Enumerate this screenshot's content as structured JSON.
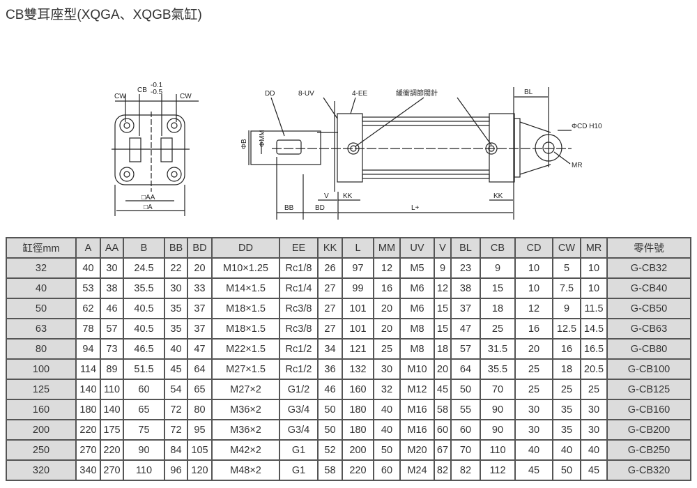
{
  "title": "CB雙耳座型(XQGA、XQGB氣缸)",
  "diagram": {
    "cw": "CW",
    "cb": "CB",
    "tol_upper": "-0.1",
    "tol_lower": "-0.5",
    "aa": "□AA",
    "a": "□A",
    "dd": "DD",
    "uv": "8-UV",
    "ee": "4-EE",
    "cushion": "緩衝調節閥針",
    "bl": "BL",
    "cd": "ΦCD H10",
    "mr": "MR",
    "b": "ΦB",
    "mm": "ΦMM",
    "bb": "BB",
    "bd": "BD",
    "v": "V",
    "kk": "KK",
    "l": "L+"
  },
  "table": {
    "headers": [
      "缸徑mm",
      "A",
      "AA",
      "B",
      "BB",
      "BD",
      "DD",
      "EE",
      "KK",
      "L",
      "MM",
      "UV",
      "V",
      "BL",
      "CB",
      "CD",
      "CW",
      "MR",
      "零件號"
    ],
    "rows": [
      [
        "32",
        "40",
        "30",
        "24.5",
        "22",
        "20",
        "M10×1.25",
        "Rc1/8",
        "26",
        "97",
        "12",
        "M5",
        "9",
        "23",
        "9",
        "10",
        "5",
        "10",
        "G-CB32"
      ],
      [
        "40",
        "53",
        "38",
        "35.5",
        "30",
        "33",
        "M14×1.5",
        "Rc1/4",
        "27",
        "99",
        "16",
        "M6",
        "12",
        "38",
        "15",
        "10",
        "7.5",
        "10",
        "G-CB40"
      ],
      [
        "50",
        "62",
        "46",
        "40.5",
        "35",
        "37",
        "M18×1.5",
        "Rc3/8",
        "27",
        "101",
        "20",
        "M6",
        "15",
        "37",
        "18",
        "12",
        "9",
        "11.5",
        "G-CB50"
      ],
      [
        "63",
        "78",
        "57",
        "40.5",
        "35",
        "37",
        "M18×1.5",
        "Rc3/8",
        "27",
        "101",
        "20",
        "M8",
        "15",
        "47",
        "25",
        "16",
        "12.5",
        "14.5",
        "G-CB63"
      ],
      [
        "80",
        "94",
        "73",
        "46.5",
        "40",
        "47",
        "M22×1.5",
        "Rc1/2",
        "34",
        "121",
        "25",
        "M8",
        "18",
        "57",
        "31.5",
        "20",
        "16",
        "16.5",
        "G-CB80"
      ],
      [
        "100",
        "114",
        "89",
        "51.5",
        "45",
        "64",
        "M27×1.5",
        "Rc1/2",
        "36",
        "132",
        "30",
        "M10",
        "20",
        "64",
        "35.5",
        "25",
        "18",
        "20.5",
        "G-CB100"
      ],
      [
        "125",
        "140",
        "110",
        "60",
        "54",
        "65",
        "M27×2",
        "G1/2",
        "46",
        "160",
        "32",
        "M12",
        "45",
        "50",
        "70",
        "25",
        "25",
        "25",
        "G-CB125"
      ],
      [
        "160",
        "180",
        "140",
        "65",
        "72",
        "80",
        "M36×2",
        "G3/4",
        "50",
        "180",
        "40",
        "M16",
        "58",
        "55",
        "90",
        "30",
        "35",
        "30",
        "G-CB160"
      ],
      [
        "200",
        "220",
        "175",
        "75",
        "72",
        "95",
        "M36×2",
        "G3/4",
        "50",
        "180",
        "40",
        "M16",
        "60",
        "60",
        "90",
        "30",
        "35",
        "30",
        "G-CB200"
      ],
      [
        "250",
        "270",
        "220",
        "90",
        "84",
        "105",
        "M42×2",
        "G1",
        "52",
        "200",
        "50",
        "M20",
        "67",
        "70",
        "110",
        "40",
        "40",
        "40",
        "G-CB250"
      ],
      [
        "320",
        "340",
        "270",
        "110",
        "96",
        "120",
        "M48×2",
        "G1",
        "58",
        "220",
        "60",
        "M24",
        "82",
        "82",
        "112",
        "45",
        "50",
        "45",
        "G-CB320"
      ]
    ]
  }
}
